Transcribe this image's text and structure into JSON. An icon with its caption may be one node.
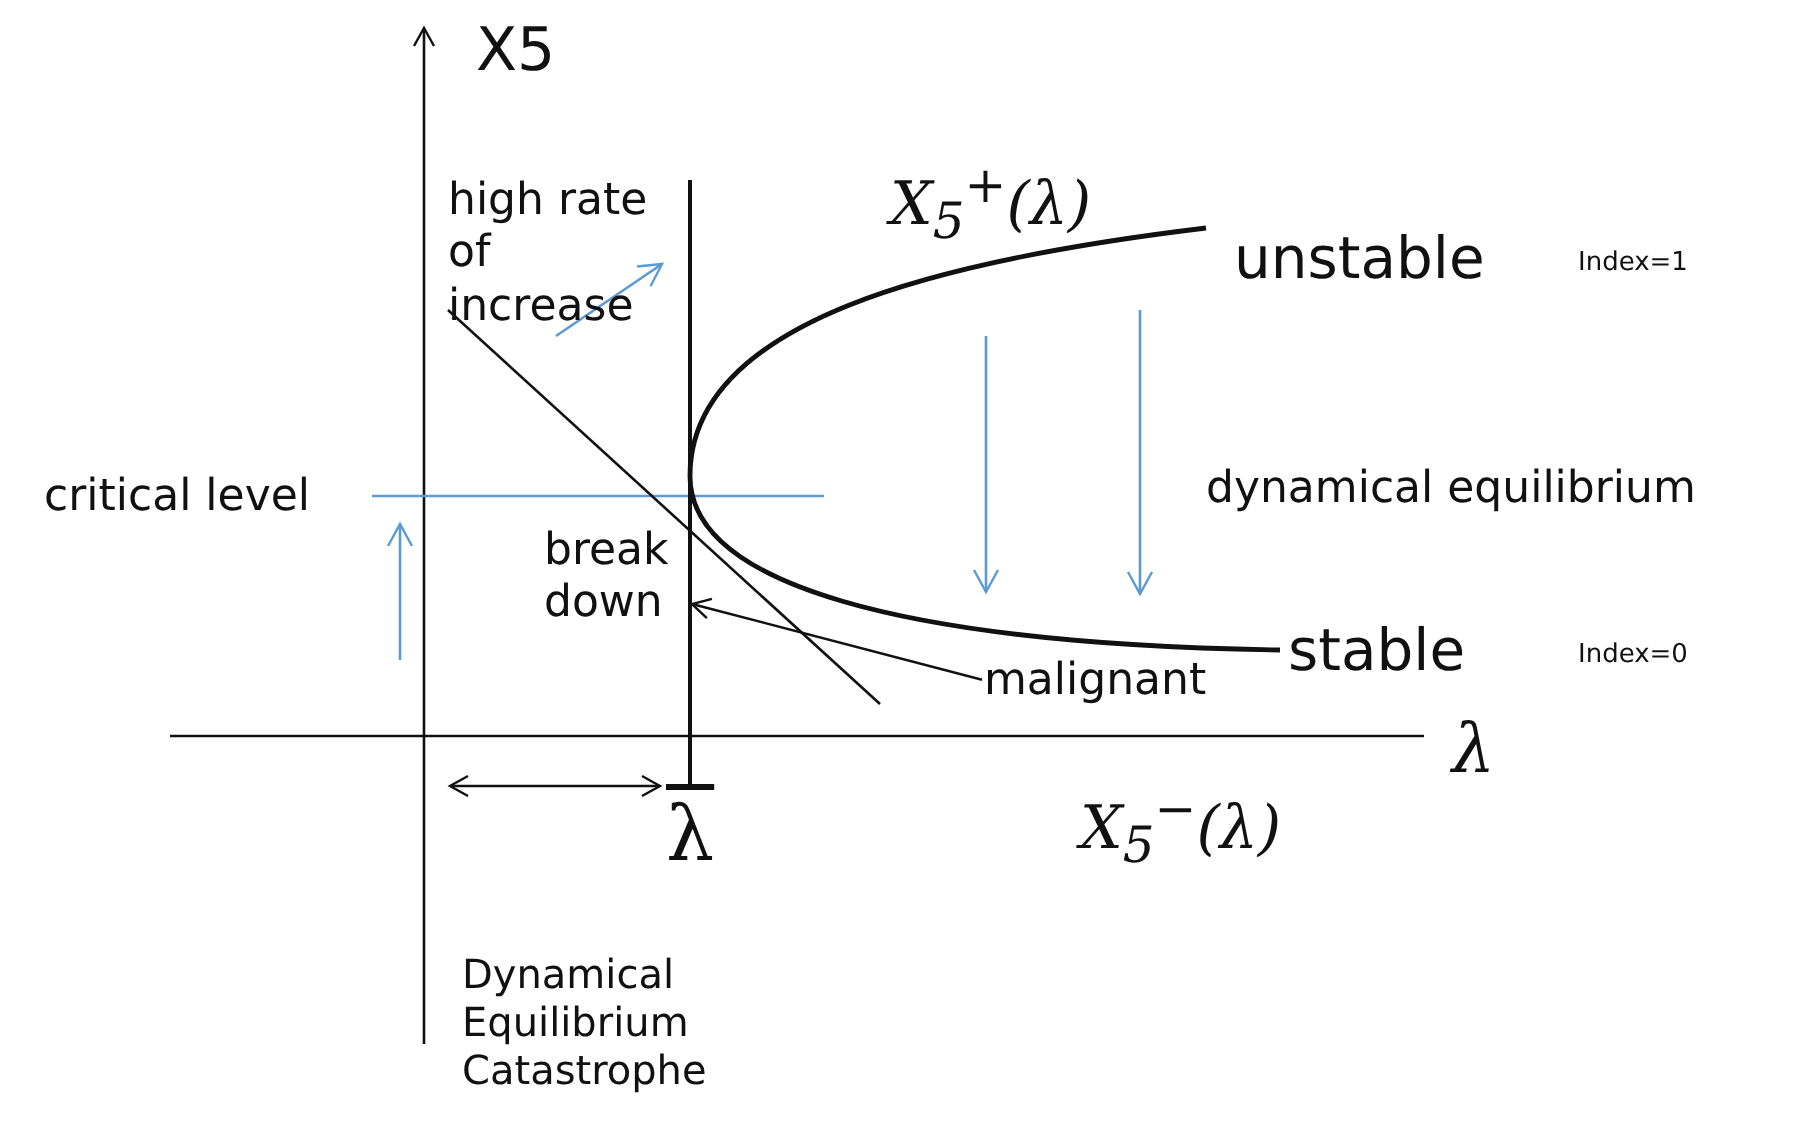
{
  "diagram": {
    "nodes": [
      {
        "text": [
          "malignant"
        ]
      },
      {
        "text": [],
        "shape": "line"
      }
    ],
    "edges": [
      {
        "from": 0,
        "to": 1,
        "arrow": "to"
      }
    ],
    "labels": [
      "X5",
      "high rate of increase",
      "X$_{5}$$^{+}$(λ)",
      "unstable",
      "Index=1",
      "critical level",
      "dynamical equilibrium",
      "break down",
      "stable",
      "Index=0",
      "λ",
      "λ",
      "X$_{5}$$^{−}$(λ)",
      "Dynamical Equilibrium Catastrophe"
    ]
  }
}
